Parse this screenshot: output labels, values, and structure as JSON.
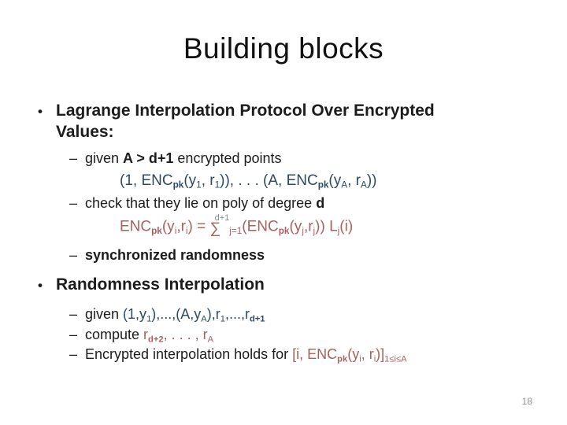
{
  "title": "Building blocks",
  "page_number": "18",
  "colors": {
    "math_blue": "#2d4a63",
    "math_red": "#a86160",
    "sigma_limit_gray": "#8a8a8a",
    "text": "#1c1c1c"
  },
  "bullets": [
    {
      "level": 1,
      "marker": "•",
      "bold": true,
      "gap": "",
      "segments": [
        {
          "t": "Lagrange Interpolation Protocol Over Encrypted Values:"
        }
      ]
    },
    {
      "level": 2,
      "marker": "–",
      "gap": "",
      "segments": [
        {
          "t": "given "
        },
        {
          "t": "A > d+1",
          "b": true
        },
        {
          "t": " encrypted points"
        }
      ]
    },
    {
      "level": 3,
      "marker": "",
      "color": "blue",
      "gap": "gap-sm",
      "segments": [
        {
          "t": "(1, ENC"
        },
        {
          "t": "pk",
          "sub": true,
          "b": true
        },
        {
          "t": "(y"
        },
        {
          "t": "1",
          "sub": true
        },
        {
          "t": ", r"
        },
        {
          "t": "1",
          "sub": true
        },
        {
          "t": ")), . . . (A, ENC"
        },
        {
          "t": "pk",
          "sub": true,
          "b": true
        },
        {
          "t": "(y"
        },
        {
          "t": "A",
          "sub": true
        },
        {
          "t": ", r"
        },
        {
          "t": "A",
          "sub": true
        },
        {
          "t": "))"
        }
      ]
    },
    {
      "level": 2,
      "marker": "–",
      "gap": "gap-sm",
      "segments": [
        {
          "t": "check that they lie on poly of degree "
        },
        {
          "t": "d",
          "b": true
        }
      ]
    },
    {
      "level": 3,
      "marker": "",
      "color": "red",
      "gap": "gap-xs",
      "segments": [
        {
          "t": "ENC"
        },
        {
          "t": "pk",
          "sub": true,
          "b": true
        },
        {
          "t": "(y"
        },
        {
          "t": "i",
          "sub": true
        },
        {
          "t": ",r"
        },
        {
          "t": "i",
          "sub": true
        },
        {
          "t": ") = "
        },
        {
          "t": "∑",
          "top": "d+1"
        },
        {
          "t": "j=1",
          "sub": true
        },
        {
          "t": "(ENC"
        },
        {
          "t": "pk",
          "sub": true,
          "b": true
        },
        {
          "t": "(y"
        },
        {
          "t": "j",
          "sub": true
        },
        {
          "t": ",r"
        },
        {
          "t": "j",
          "sub": true
        },
        {
          "t": ")) L"
        },
        {
          "t": "j",
          "sub": true
        },
        {
          "t": "(i)"
        }
      ]
    },
    {
      "level": 2,
      "marker": "–",
      "bold": true,
      "gap": "gap-md",
      "segments": [
        {
          "t": "synchronized randomness"
        }
      ]
    },
    {
      "level": 1,
      "marker": "•",
      "bold": true,
      "gap": "gap-lg",
      "segments": [
        {
          "t": "Randomness Interpolation"
        }
      ]
    },
    {
      "level": 2,
      "marker": "–",
      "gap": "gap-md",
      "segments": [
        {
          "t": "given "
        },
        {
          "t": "(1,y",
          "c": "blue"
        },
        {
          "t": "1",
          "c": "blue",
          "sub": true
        },
        {
          "t": "),...,(A,y",
          "c": "blue"
        },
        {
          "t": "A",
          "c": "blue",
          "sub": true
        },
        {
          "t": "),r",
          "c": "blue"
        },
        {
          "t": "1",
          "c": "blue",
          "sub": true
        },
        {
          "t": ",...,r",
          "c": "blue"
        },
        {
          "t": "d+1",
          "c": "blue",
          "sub": true,
          "b": true
        }
      ]
    },
    {
      "level": 2,
      "marker": "–",
      "gap": "gap-xs",
      "segments": [
        {
          "t": "compute "
        },
        {
          "t": "r",
          "c": "red"
        },
        {
          "t": "d+2",
          "c": "red",
          "sub": true,
          "b": true
        },
        {
          "t": ", . . . , r",
          "c": "red"
        },
        {
          "t": "A",
          "c": "red",
          "sub": true
        }
      ]
    },
    {
      "level": 2,
      "marker": "–",
      "gap": "gap-xs",
      "segments": [
        {
          "t": "Encrypted interpolation holds for "
        },
        {
          "t": "[i, ENC",
          "c": "red"
        },
        {
          "t": "pk",
          "c": "red",
          "sub": true,
          "b": true
        },
        {
          "t": "(y",
          "c": "red"
        },
        {
          "t": "i",
          "c": "red",
          "sub": true
        },
        {
          "t": ", r",
          "c": "red"
        },
        {
          "t": "i",
          "c": "red",
          "sub": true
        },
        {
          "t": ")]",
          "c": "red"
        },
        {
          "t": "1≤i≤A",
          "c": "red",
          "sub": true
        }
      ]
    }
  ]
}
